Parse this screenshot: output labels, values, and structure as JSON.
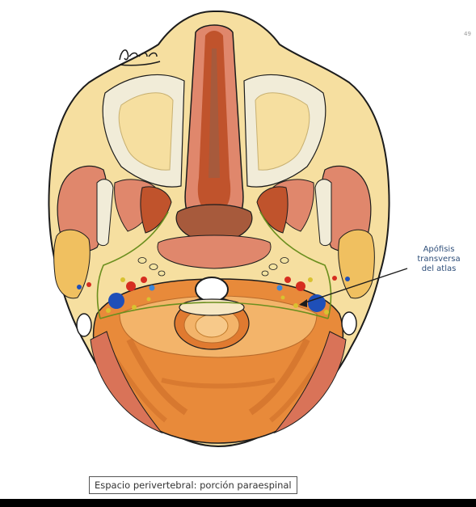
{
  "page": {
    "number": "49"
  },
  "signature": {
    "text": "Amama"
  },
  "label": {
    "lines": [
      "Apófisis",
      "transversa",
      "del atlas"
    ]
  },
  "caption": {
    "text": "Espacio perivertebral: porción paraespinal"
  },
  "colors": {
    "skin": "#f6dfa0",
    "outline": "#1c1c1c",
    "muscle_dark": "#c0532c",
    "muscle": "#e0876c",
    "muscle_light": "#ee9e7a",
    "mucosa": "#a75a3c",
    "bone": "#f1ecd8",
    "deep_muscle": "#e88a3a",
    "deep_muscle_light": "#f3b46a",
    "nerve": "#6b8f1e",
    "artery": "#d62d20",
    "vein": "#1f4fb8",
    "callout_text": "#2f4f7a"
  }
}
